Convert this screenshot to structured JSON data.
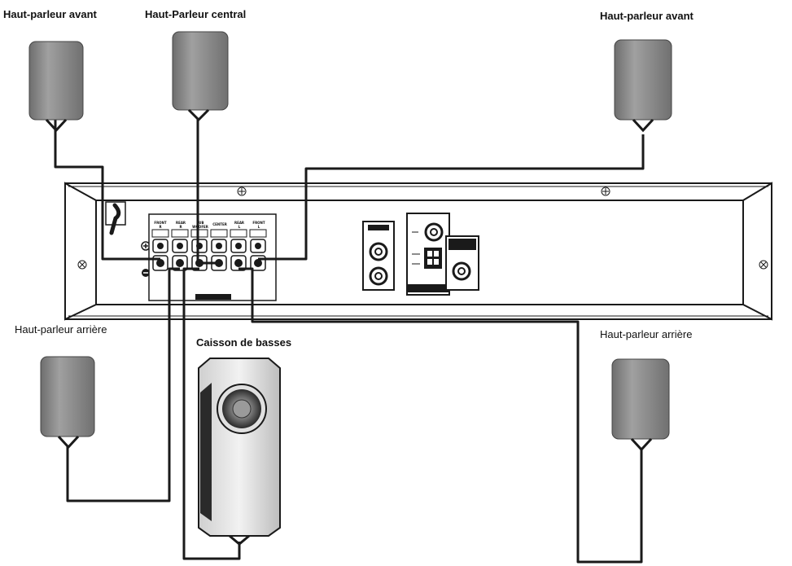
{
  "labels": {
    "front_left": "Haut-parleur avant",
    "center": "Haut-Parleur central",
    "front_right": "Haut-parleur avant",
    "rear_left": "Haut-parleur arrière",
    "subwoofer": "Caisson de basses",
    "rear_right": "Haut-parleur arrière"
  },
  "colors": {
    "wire": "#1a1a1a",
    "speaker_fill": "#8d8d8d",
    "speaker_dark": "#5a5a5a",
    "panel": "#ffffff"
  }
}
